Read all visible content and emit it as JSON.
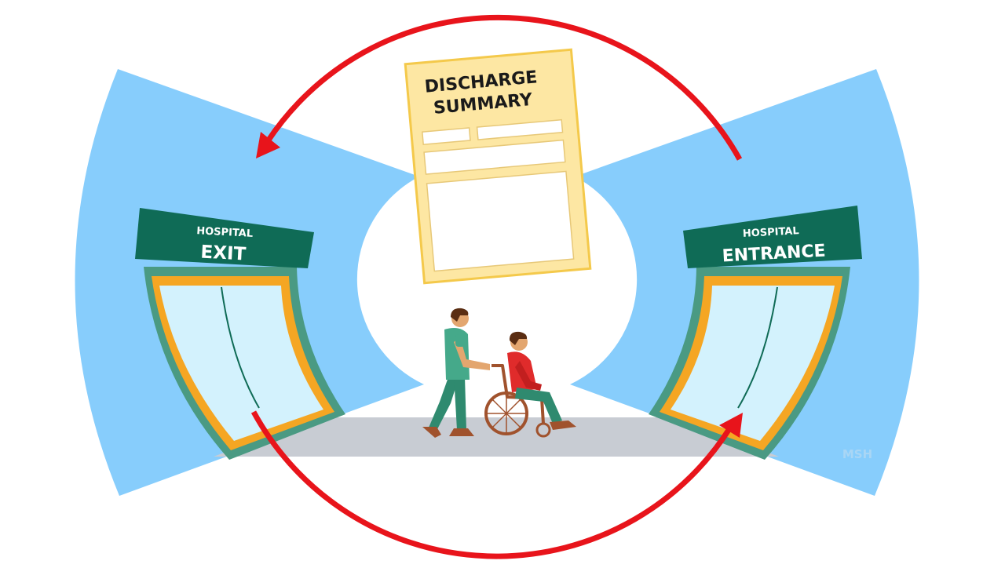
{
  "left_sign": {
    "line1": "HOSPITAL",
    "line2": "EXIT"
  },
  "right_sign": {
    "line1": "HOSPITAL",
    "line2": "ENTRANCE"
  },
  "document": {
    "title_line1": "DISCHARGE",
    "title_line2": "SUMMARY"
  },
  "watermark": "MSH",
  "colors": {
    "wall": "#87cdfc",
    "sign": "#0f6b56",
    "door_frame_outer": "#4a9a83",
    "door_frame_inner": "#f5a623",
    "glass": "#d3f2fd",
    "floor": "#c8ccd3",
    "arrow": "#e8141b",
    "paper": "#fde7a3",
    "paper_border": "#f4c94b"
  },
  "icons": {
    "cycle_arrow_top": "curved-arrow-icon",
    "cycle_arrow_bottom": "curved-arrow-icon",
    "caregiver": "person-icon",
    "patient": "wheelchair-icon"
  }
}
